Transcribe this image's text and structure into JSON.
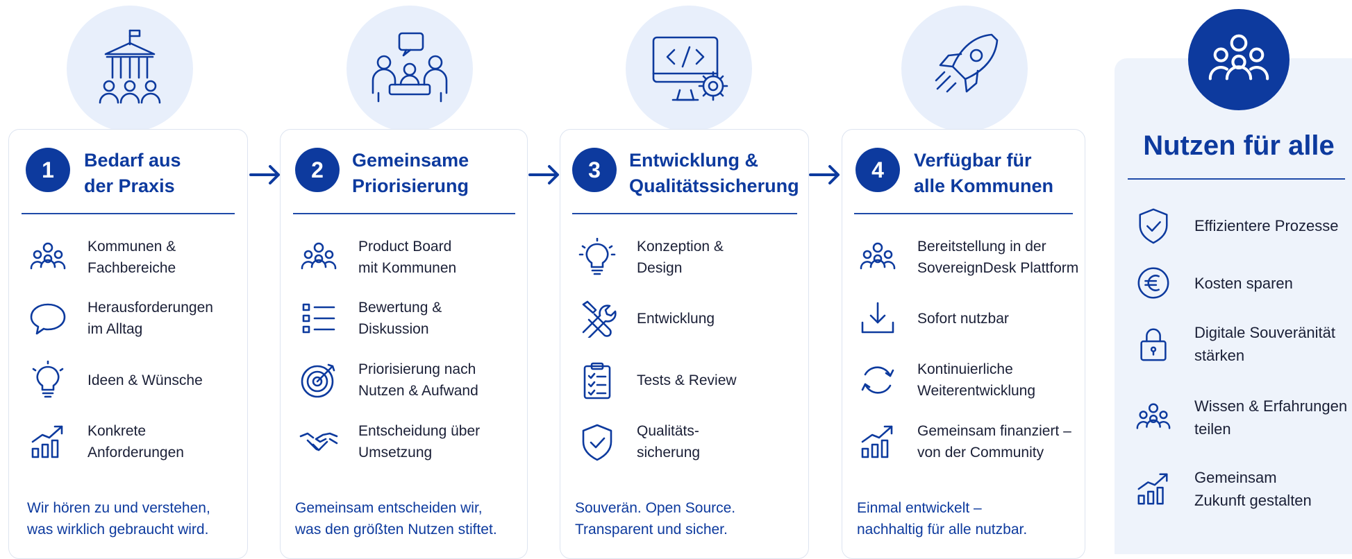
{
  "colors": {
    "primary": "#0d3a9e",
    "circle_bg": "#e8effb",
    "panel_bg": "#eef3fb",
    "border": "#dde4f0"
  },
  "steps": [
    {
      "number": "1",
      "title": "Bedarf aus\nder Praxis",
      "hero_icon": "townhall-people-icon",
      "items": [
        {
          "icon": "people-group-icon",
          "text": "Kommunen &\nFachbereiche"
        },
        {
          "icon": "speech-bubble-icon",
          "text": "Herausforderungen\nim Alltag"
        },
        {
          "icon": "lightbulb-icon",
          "text": "Ideen & Wünsche"
        },
        {
          "icon": "growth-chart-icon",
          "text": "Konkrete\nAnforderungen"
        }
      ],
      "footer": "Wir hören zu und verstehen,\nwas wirklich gebraucht wird."
    },
    {
      "number": "2",
      "title": "Gemeinsame\nPriorisierung",
      "hero_icon": "meeting-icon",
      "items": [
        {
          "icon": "people-group-icon",
          "text": "Product Board\nmit Kommunen"
        },
        {
          "icon": "checklist-icon",
          "text": "Bewertung &\nDiskussion"
        },
        {
          "icon": "target-icon",
          "text": "Priorisierung nach\nNutzen & Aufwand"
        },
        {
          "icon": "handshake-icon",
          "text": "Entscheidung über\nUmsetzung"
        }
      ],
      "footer": "Gemeinsam entscheiden wir,\nwas den größten Nutzen stiftet."
    },
    {
      "number": "3",
      "title": "Entwicklung &\nQualitätssicherung",
      "hero_icon": "monitor-code-gear-icon",
      "items": [
        {
          "icon": "lightbulb-icon",
          "text": "Konzeption &\nDesign"
        },
        {
          "icon": "tools-icon",
          "text": "Entwicklung"
        },
        {
          "icon": "clipboard-check-icon",
          "text": "Tests & Review"
        },
        {
          "icon": "shield-check-icon",
          "text": "Qualitäts-\nsicherung"
        }
      ],
      "footer": "Souverän. Open Source.\nTransparent und sicher."
    },
    {
      "number": "4",
      "title": "Verfügbar für\nalle Kommunen",
      "hero_icon": "rocket-icon",
      "items": [
        {
          "icon": "people-group-icon",
          "text": "Bereitstellung in der\nSovereignDesk Plattform"
        },
        {
          "icon": "download-icon",
          "text": "Sofort nutzbar"
        },
        {
          "icon": "refresh-icon",
          "text": "Kontinuierliche\nWeiterentwicklung"
        },
        {
          "icon": "growth-chart-icon",
          "text": "Gemeinsam finanziert –\nvon der Community"
        }
      ],
      "footer": "Einmal entwickelt –\nnachhaltig für alle nutzbar."
    }
  ],
  "benefits_panel": {
    "hero_icon": "people-group-icon",
    "title": "Nutzen für alle",
    "items": [
      {
        "icon": "shield-check-icon",
        "text": "Effizientere Prozesse"
      },
      {
        "icon": "euro-icon",
        "text": "Kosten sparen"
      },
      {
        "icon": "lock-icon",
        "text": "Digitale Souveränität\nstärken"
      },
      {
        "icon": "people-group-icon",
        "text": "Wissen & Erfahrungen\nteilen"
      },
      {
        "icon": "growth-chart-icon",
        "text": "Gemeinsam\nZukunft gestalten"
      }
    ]
  }
}
